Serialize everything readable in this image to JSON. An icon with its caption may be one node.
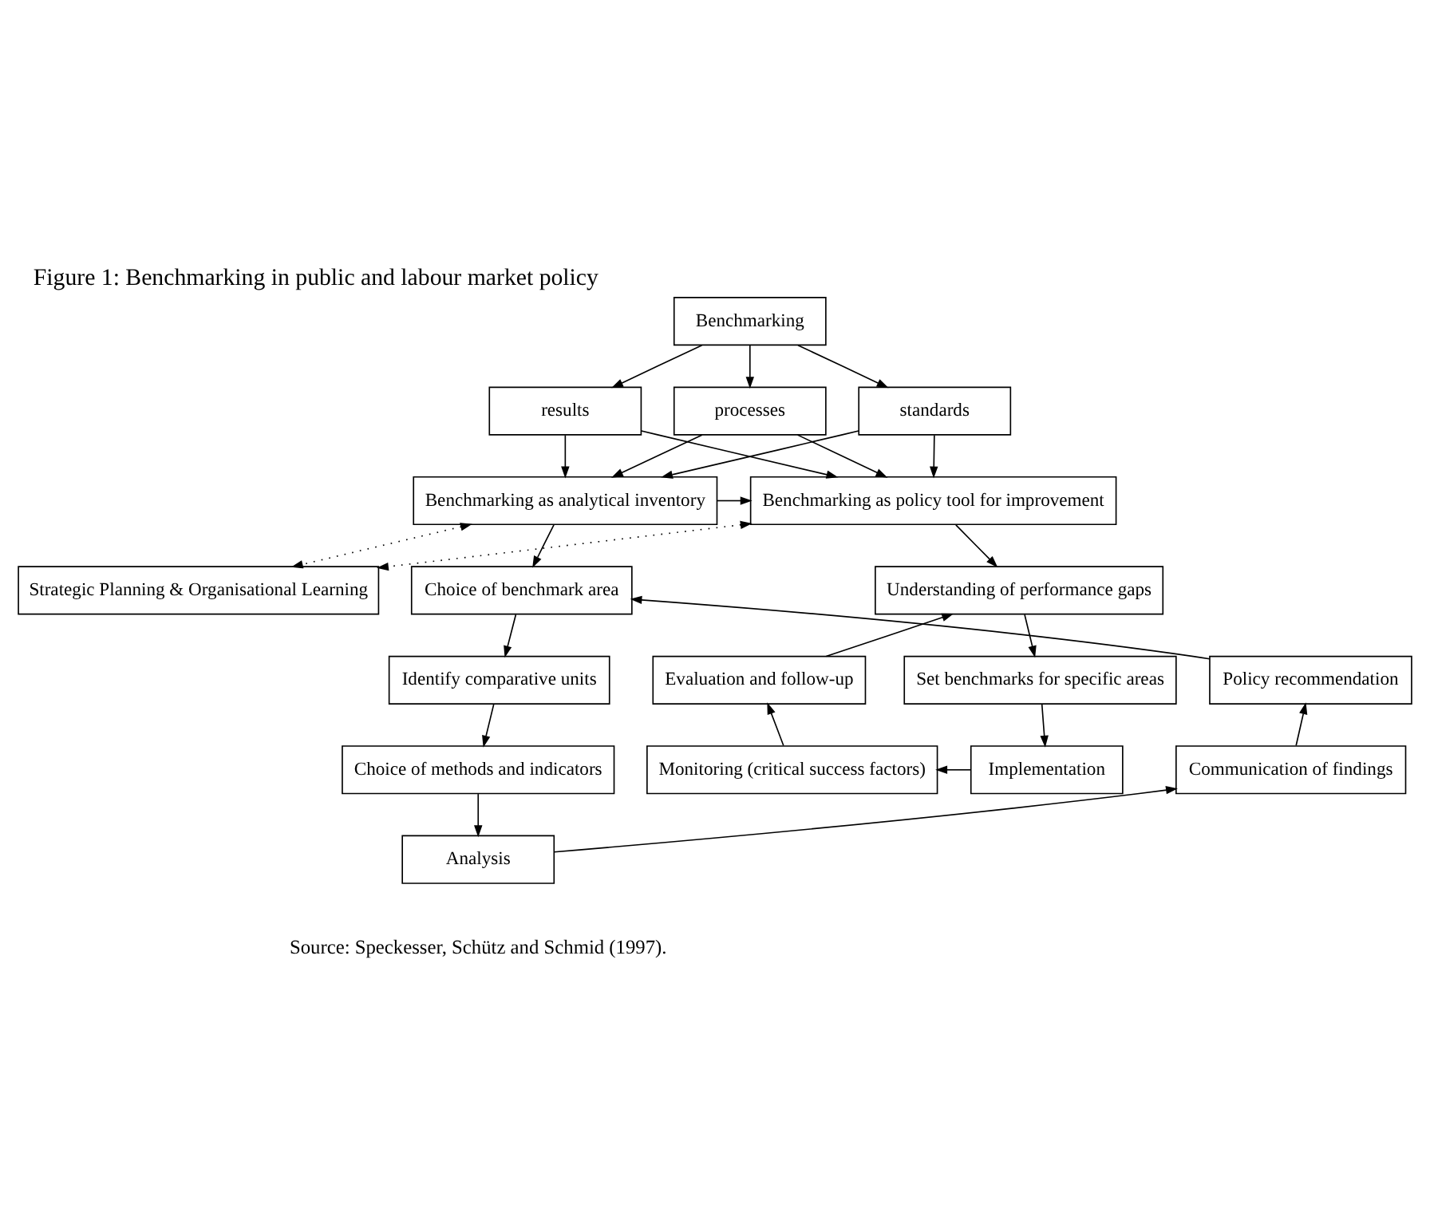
{
  "diagram": {
    "title": "Figure 1: Benchmarking in public and labour market policy",
    "caption": "Source: Speckesser, Schütz and Schmid (1997).",
    "nodes": [
      {
        "text": [
          "Benchmarking"
        ]
      },
      {
        "text": [
          "results"
        ]
      },
      {
        "text": [
          "processes"
        ]
      },
      {
        "text": [
          "standards"
        ]
      },
      {
        "text": [
          "Benchmarking as analytical inventory"
        ]
      },
      {
        "text": [
          "Benchmarking as policy tool for improvement"
        ]
      },
      {
        "text": [
          "Strategic Planning & Organisational Learning"
        ]
      },
      {
        "text": [
          "Choice of benchmark area"
        ]
      },
      {
        "text": [
          "Understanding of performance gaps"
        ]
      },
      {
        "text": [
          "Policy recommendation"
        ]
      },
      {
        "text": [
          "Identify comparative units"
        ]
      },
      {
        "text": [
          "Evaluation and follow-up"
        ]
      },
      {
        "text": [
          "Set benchmarks for specific areas"
        ]
      },
      {
        "text": [
          "Communication of findings"
        ]
      },
      {
        "text": [
          "Choice of methods and indicators"
        ]
      },
      {
        "text": [
          "Monitoring (critical success factors)"
        ]
      },
      {
        "text": [
          "Implementation"
        ]
      },
      {
        "text": [
          "Analysis"
        ]
      }
    ],
    "edges": [
      {
        "from": 0,
        "to": 1,
        "arrow": "to"
      },
      {
        "from": 0,
        "to": 2,
        "arrow": "to"
      },
      {
        "from": 0,
        "to": 3,
        "arrow": "to"
      },
      {
        "from": 1,
        "to": 4,
        "arrow": "to"
      },
      {
        "from": 1,
        "to": 5,
        "arrow": "to"
      },
      {
        "from": 2,
        "to": 4,
        "arrow": "to"
      },
      {
        "from": 2,
        "to": 5,
        "arrow": "to"
      },
      {
        "from": 3,
        "to": 4,
        "arrow": "to"
      },
      {
        "from": 3,
        "to": 5,
        "arrow": "to"
      },
      {
        "from": 4,
        "to": 5,
        "arrow": "to"
      },
      {
        "from": 4,
        "to": 6,
        "arrow": "both",
        "style": "dashed"
      },
      {
        "from": 5,
        "to": 6,
        "arrow": "both",
        "style": "dashed"
      },
      {
        "from": 4,
        "to": 7,
        "arrow": "to"
      },
      {
        "from": 5,
        "to": 8,
        "arrow": "to"
      },
      {
        "from": 7,
        "to": 10,
        "arrow": "to"
      },
      {
        "from": 10,
        "to": 14,
        "arrow": "to"
      },
      {
        "from": 14,
        "to": 17,
        "arrow": "to"
      },
      {
        "from": 17,
        "to": 13,
        "arrow": "to"
      },
      {
        "from": 13,
        "to": 9,
        "arrow": "to"
      },
      {
        "from": 9,
        "to": 7,
        "arrow": "to"
      },
      {
        "from": 8,
        "to": 12,
        "arrow": "to"
      },
      {
        "from": 12,
        "to": 16,
        "arrow": "to"
      },
      {
        "from": 16,
        "to": 15,
        "arrow": "to"
      },
      {
        "from": 15,
        "to": 11,
        "arrow": "to"
      },
      {
        "from": 11,
        "to": 8,
        "arrow": "to"
      }
    ]
  }
}
